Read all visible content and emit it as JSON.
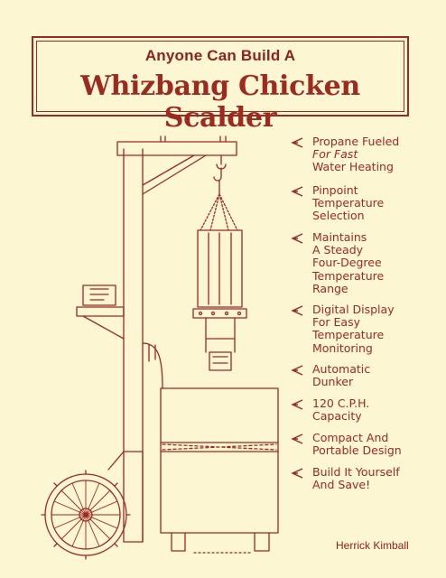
{
  "cover": {
    "subtitle": "Anyone Can Build A",
    "title": "Whizbang Chicken Scalder",
    "author": "Herrick Kimball"
  },
  "features": [
    {
      "lines": [
        "Propane Fueled",
        "For Fast",
        "Water Heating"
      ]
    },
    {
      "lines": [
        "Pinpoint",
        "Temperature",
        "Selection"
      ]
    },
    {
      "lines": [
        "Maintains",
        "A Steady",
        "Four-Degree",
        "Temperature",
        "Range"
      ]
    },
    {
      "lines": [
        "Digital Display",
        "For Easy",
        "Temperature",
        "Monitoring"
      ]
    },
    {
      "lines": [
        "Automatic",
        "Dunker"
      ]
    },
    {
      "lines": [
        "120 C.P.H.",
        "Capacity"
      ]
    },
    {
      "lines": [
        "Compact And",
        "Portable Design"
      ]
    },
    {
      "lines": [
        "Build It Yourself",
        "And Save!"
      ]
    }
  ],
  "colors": {
    "ink": "#9a2a22",
    "paper": "#fdf6d3"
  },
  "icons": [
    "arrow-bullet-icon"
  ]
}
